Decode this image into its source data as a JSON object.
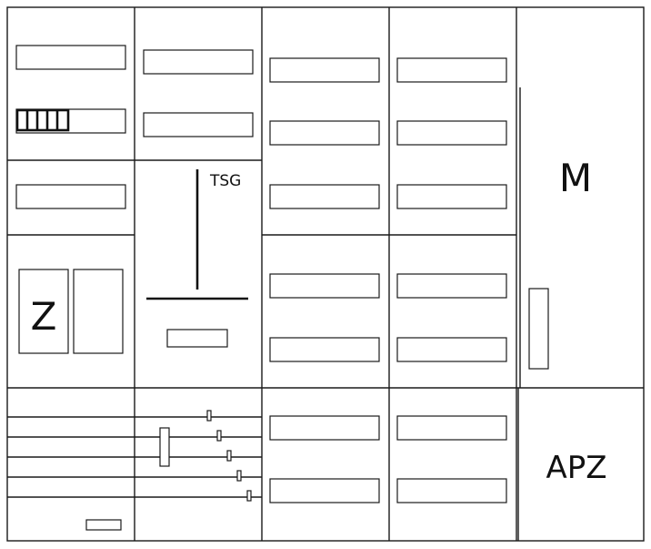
{
  "labels": {
    "zaehler": "Z",
    "tsg": "TSG",
    "messung": "M",
    "apz": "APZ"
  }
}
